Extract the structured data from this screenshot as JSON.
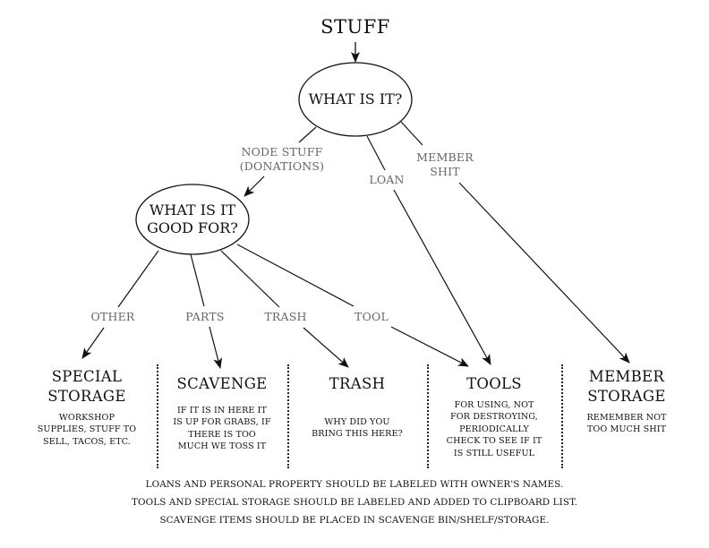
{
  "root": {
    "title": "STUFF"
  },
  "nodes": {
    "what_is_it": "WHAT IS IT?",
    "good_for": [
      "WHAT IS IT",
      "GOOD FOR?"
    ]
  },
  "edge_labels": {
    "node_stuff": [
      "NODE STUFF",
      "(DONATIONS)"
    ],
    "loan": "LOAN",
    "member_shit": [
      "MEMBER",
      "SHIT"
    ],
    "other": "OTHER",
    "parts": "PARTS",
    "trash": "TRASH",
    "tool": "TOOL"
  },
  "categories": [
    {
      "title": [
        "SPECIAL",
        "STORAGE"
      ],
      "desc": [
        "WORKSHOP",
        "SUPPLIES, STUFF TO",
        "SELL, TACOS, ETC."
      ]
    },
    {
      "title": [
        "SCAVENGE"
      ],
      "desc": [
        "IF IT IS IN HERE IT",
        "IS UP FOR GRABS, IF",
        "THERE IS TOO",
        "MUCH WE TOSS IT"
      ]
    },
    {
      "title": [
        "TRASH"
      ],
      "desc": [
        "WHY DID YOU",
        "BRING THIS HERE?"
      ]
    },
    {
      "title": [
        "TOOLS"
      ],
      "desc": [
        "FOR USING, NOT",
        "FOR DESTROYING,",
        "PERIODICALLY",
        "CHECK TO SEE IF IT",
        "IS STILL USEFUL"
      ]
    },
    {
      "title": [
        "MEMBER",
        "STORAGE"
      ],
      "desc": [
        "REMEMBER NOT",
        "TOO MUCH SHIT"
      ]
    }
  ],
  "footer": [
    "LOANS AND PERSONAL PROPERTY SHOULD BE LABELED WITH OWNER'S NAMES.",
    "TOOLS AND SPECIAL STORAGE SHOULD BE LABELED AND ADDED TO CLIPBOARD LIST.",
    "SCAVENGE ITEMS SHOULD BE PLACED IN SCAVENGE BIN/SHELF/STORAGE."
  ],
  "colors": {
    "line": "#111111",
    "edge_label": "#666666",
    "background": "#ffffff"
  }
}
